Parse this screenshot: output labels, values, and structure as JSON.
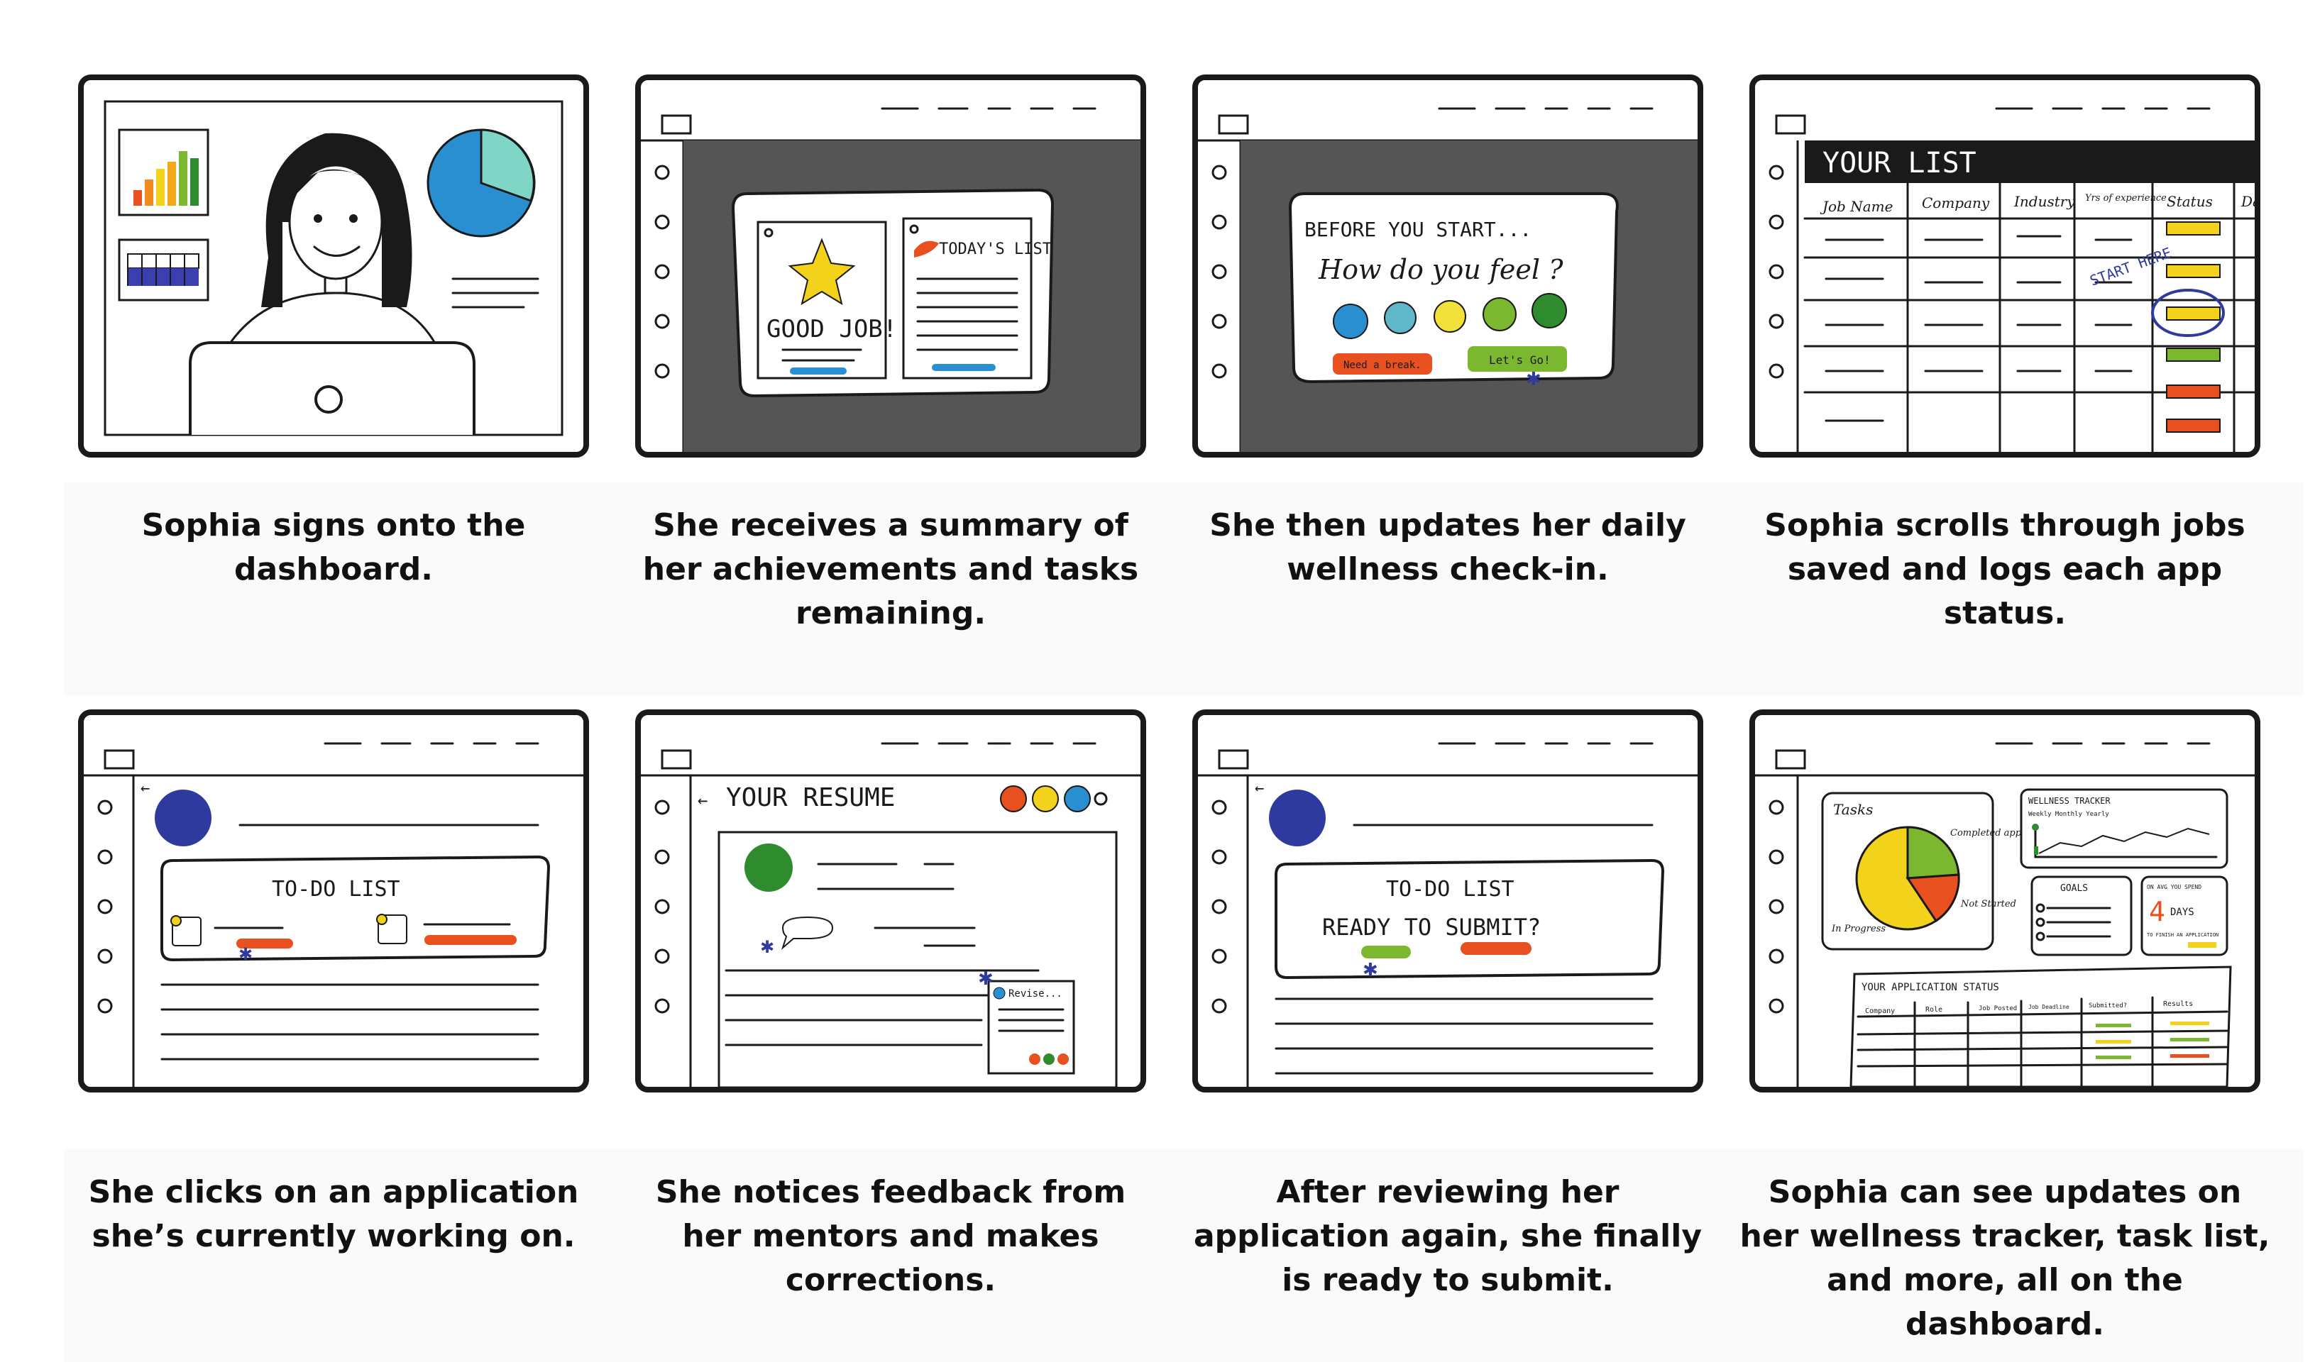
{
  "panels": [
    {
      "caption": "Sophia signs onto the dashboard."
    },
    {
      "caption": "She receives a summary of her achievements and tasks remaining.",
      "card_left": "GOOD JOB!",
      "card_right": "TODAY'S LIST"
    },
    {
      "caption": "She then updates her daily wellness check-in.",
      "heading": "BEFORE YOU START...",
      "question": "How do you feel ?",
      "btn_break": "Need a break.",
      "btn_go": "Let's Go!"
    },
    {
      "caption": "Sophia scrolls through jobs saved and logs each app status.",
      "title": "YOUR LIST",
      "columns": [
        "Job Name",
        "Company",
        "Industry",
        "Yrs of experience",
        "Status",
        "Dat"
      ],
      "note": "START HERE"
    },
    {
      "caption": "She clicks on an application she’s currently working on.",
      "todo_title": "TO-DO LIST"
    },
    {
      "caption": "She notices feedback from her mentors and makes corrections.",
      "title": "YOUR RESUME",
      "popup": "Revise..."
    },
    {
      "caption": "After reviewing her application again, she finally is ready to submit.",
      "todo_title": "TO-DO LIST",
      "question": "READY TO SUBMIT?"
    },
    {
      "caption": "Sophia can see updates on her wellness tracker, task list, and more, all on the dashboard.",
      "tasks": "Tasks",
      "completed": "Completed apps",
      "not_started": "Not Started",
      "in_progress": "In Progress",
      "tracker": "WELLNESS TRACKER",
      "tracker_sub": "Weekly   Monthly   Yearly",
      "goals": "GOALS",
      "days_line1": "ON AVG YOU SPEND",
      "days_num": "4",
      "days_word": "DAYS",
      "days_line2": "TO FINISH AN APPLICATION",
      "app_status": "YOUR APPLICATION STATUS",
      "columns": [
        "Company",
        "Role",
        "Job Posted",
        "Job Deadline",
        "Submitted?",
        "Results"
      ]
    }
  ],
  "colors": {
    "dark_overlay": "#555555",
    "indigo": "#2f3a9e",
    "green": "#2e8b2e",
    "lime": "#7cb82f",
    "orange": "#e8501f",
    "yellow": "#f2d21b",
    "blue_sky": "#2a8fd1",
    "teal": "#7fd6c6"
  }
}
